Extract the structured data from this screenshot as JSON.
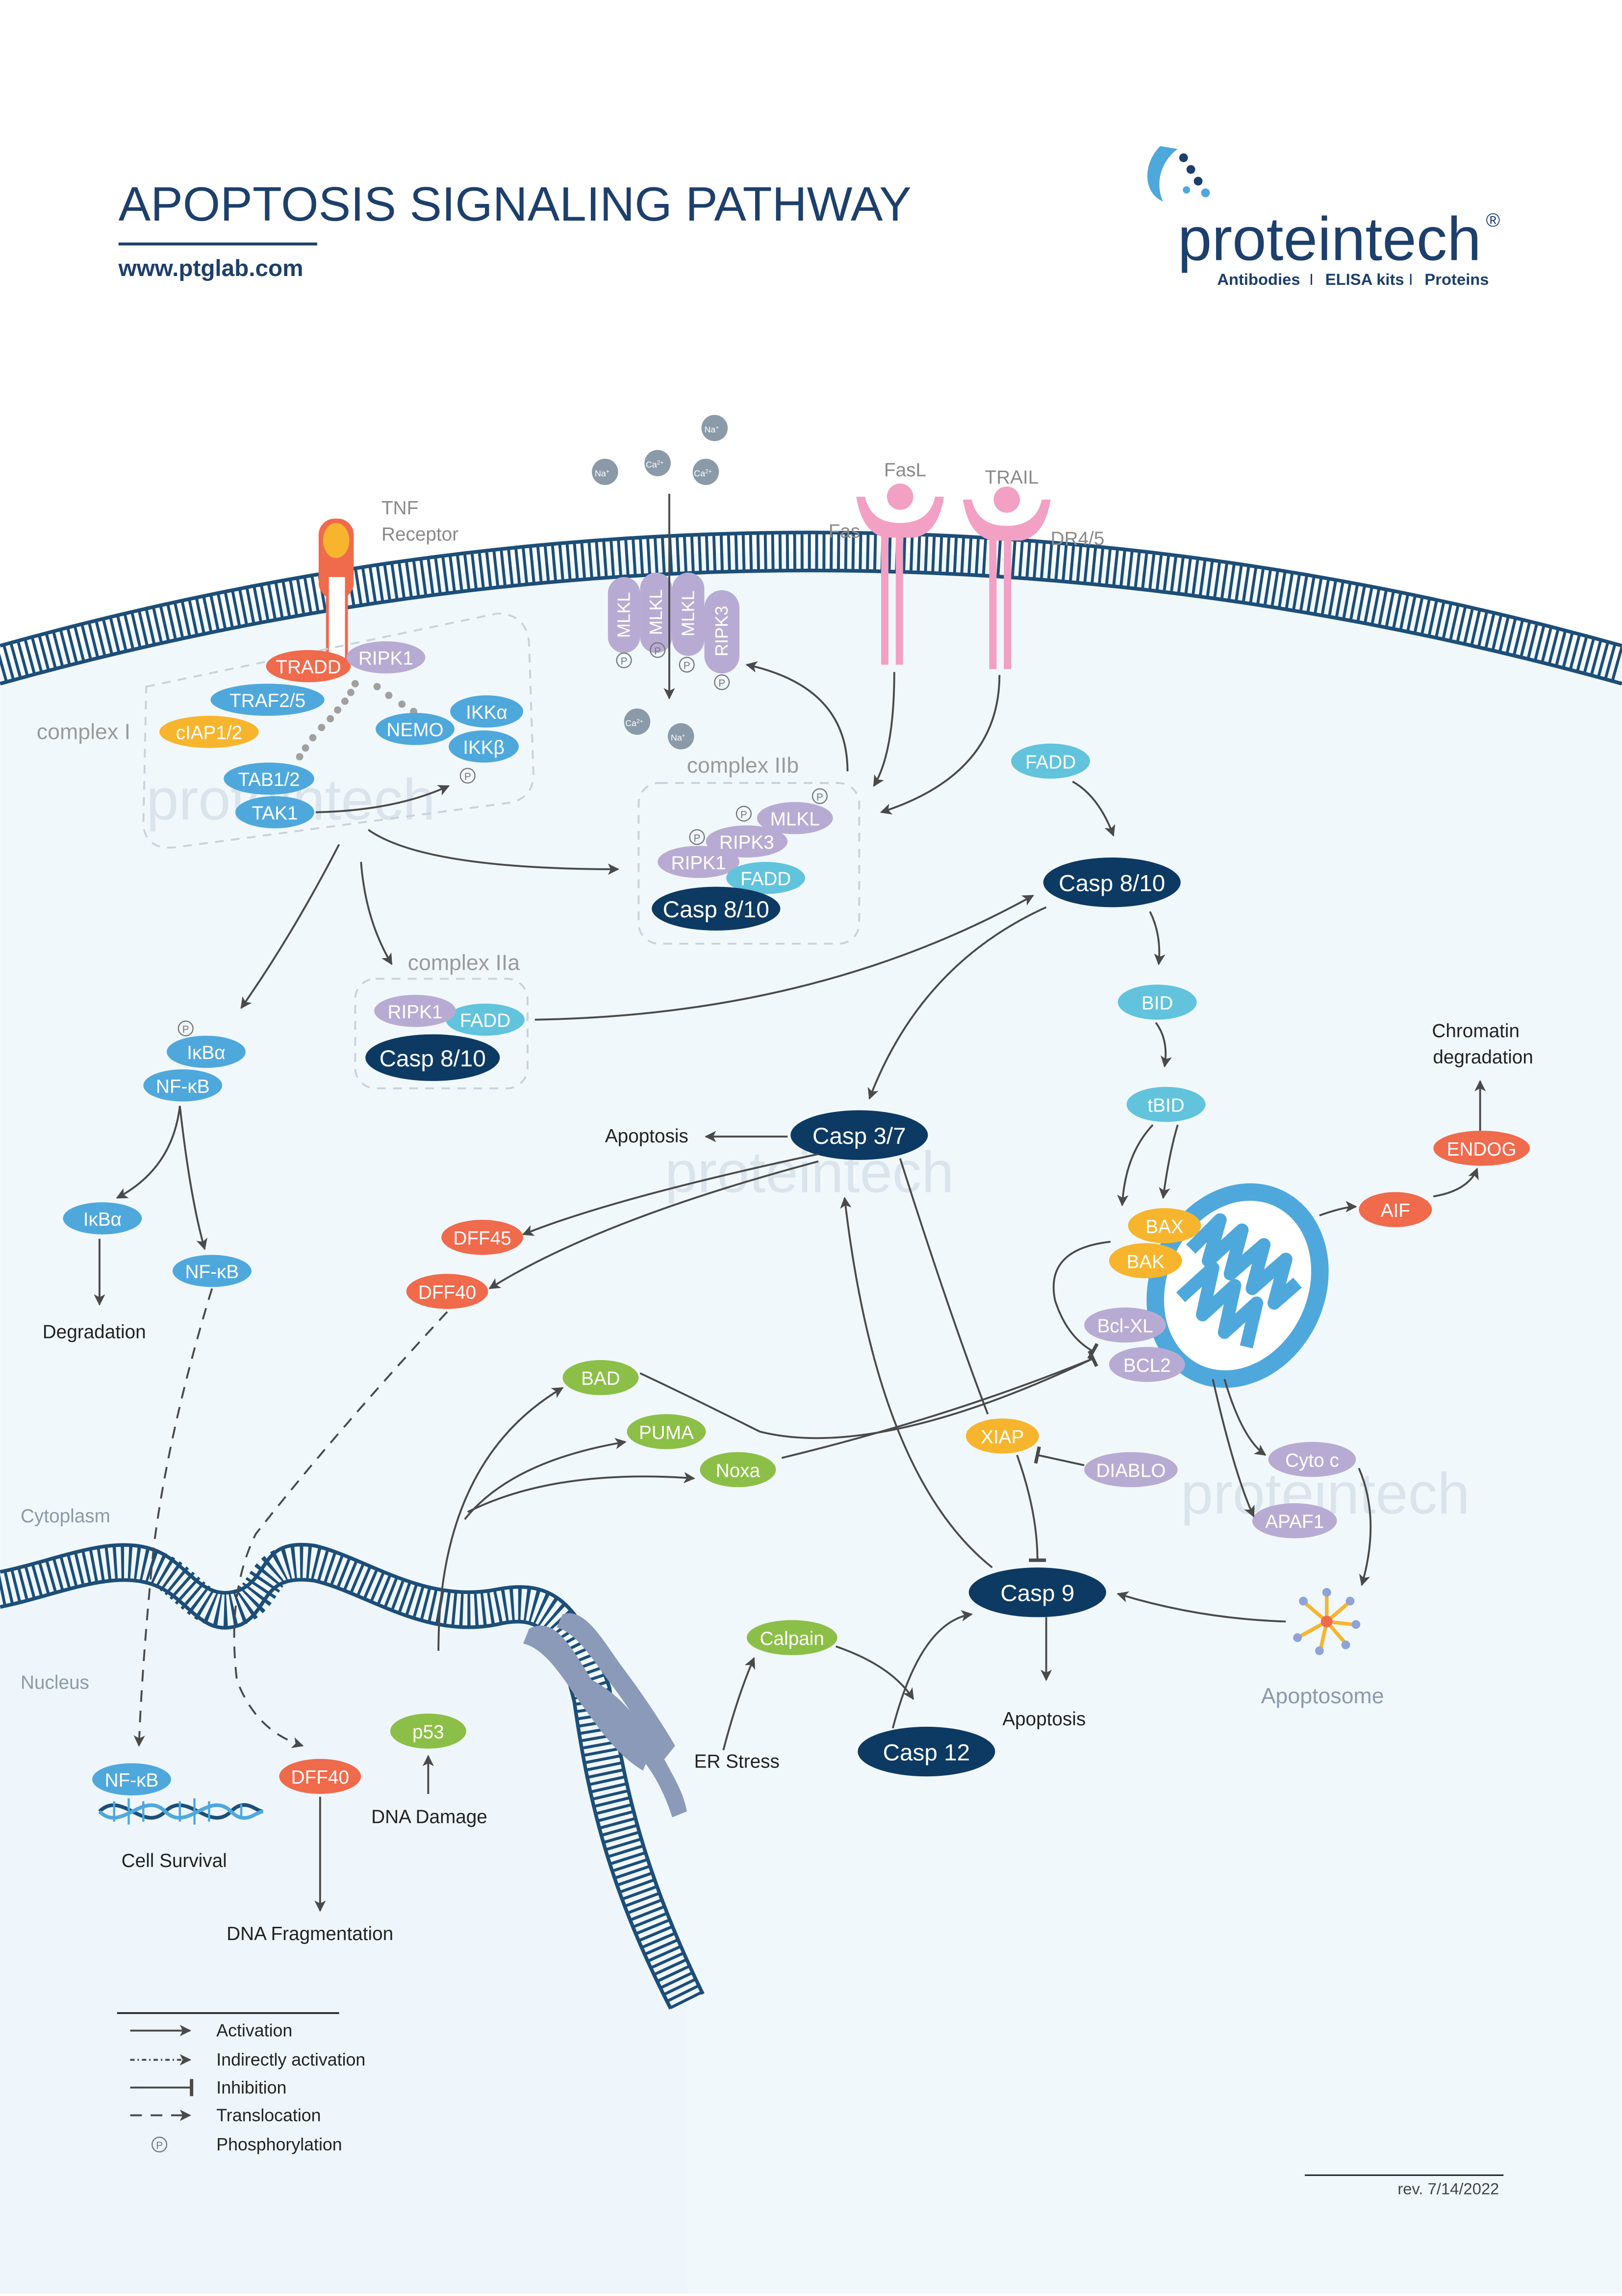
{
  "header": {
    "title": "APOPTOSIS SIGNALING PATHWAY",
    "url": "www.ptglab.com",
    "brand": "proteintech",
    "brand_mark": "®",
    "tagline_parts": [
      "Antibodies",
      "ELISA kits",
      "Proteins"
    ],
    "tagline_separator": "I"
  },
  "receptors": {
    "tnf": {
      "line1": "TNF",
      "line2": "Receptor"
    },
    "fas_ligand": "FasL",
    "fas": "Fas",
    "trail": "TRAIL",
    "dr45": "DR4/5"
  },
  "ions": {
    "na": "Na",
    "na_sup": "+",
    "ca": "Ca",
    "ca_sup": "2+"
  },
  "phospho_symbol": "P",
  "complexes": {
    "complex_i": "complex I",
    "complex_iib": "complex IIb",
    "complex_iia": "complex IIa"
  },
  "nodes": {
    "tradd": "TRADD",
    "ripk1": "RIPK1",
    "traf25": "TRAF2/5",
    "ciap12": "cIAP1/2",
    "nemo": "NEMO",
    "ikka": "IKKα",
    "ikkb": "IKKβ",
    "tab12": "TAB1/2",
    "tak1": "TAK1",
    "mlkl": "MLKL",
    "ripk3": "RIPK3",
    "fadd": "FADD",
    "casp810": "Casp 8/10",
    "bid": "BID",
    "tbid": "tBID",
    "casp37": "Casp 3/7",
    "ikba": "IκBα",
    "nfkb": "NF-κB",
    "dff45": "DFF45",
    "dff40": "DFF40",
    "bax": "BAX",
    "bak": "BAK",
    "bclxl": "Bcl-XL",
    "bcl2": "BCL2",
    "aif": "AIF",
    "endog": "ENDOG",
    "bad": "BAD",
    "puma": "PUMA",
    "noxa": "Noxa",
    "xiap": "XIAP",
    "diablo": "DIABLO",
    "cytoc": "Cyto c",
    "apaf1": "APAF1",
    "casp9": "Casp 9",
    "calpain": "Calpain",
    "casp12": "Casp 12",
    "p53": "p53"
  },
  "labels": {
    "chromatin": "Chromatin",
    "degradation_word": "degradation",
    "apoptosis": "Apoptosis",
    "degradation": "Degradation",
    "cytoplasm": "Cytoplasm",
    "nucleus": "Nucleus",
    "cell_survival": "Cell Survival",
    "dna_fragmentation": "DNA Fragmentation",
    "dna_damage": "DNA Damage",
    "er_stress": "ER Stress",
    "apoptosome": "Apoptosome"
  },
  "legend": {
    "activation": "Activation",
    "indirect": "Indirectly activation",
    "inhibition": "Inhibition",
    "translocation": "Translocation",
    "phosphorylation": "Phosphorylation"
  },
  "revision": "rev. 7/14/2022",
  "colors": {
    "navy": "#1d3f6b",
    "dark_node": "#0d3a63",
    "light_blue": "#4fa8dc",
    "cyan": "#62c3dc",
    "lavender": "#b8abd3",
    "orange": "#f06a4c",
    "yellow": "#f7b52d",
    "green": "#8cbf47",
    "pink": "#f2a0c3",
    "membrane": "#1c4e78",
    "cell_bg": "#f1f8fc"
  }
}
